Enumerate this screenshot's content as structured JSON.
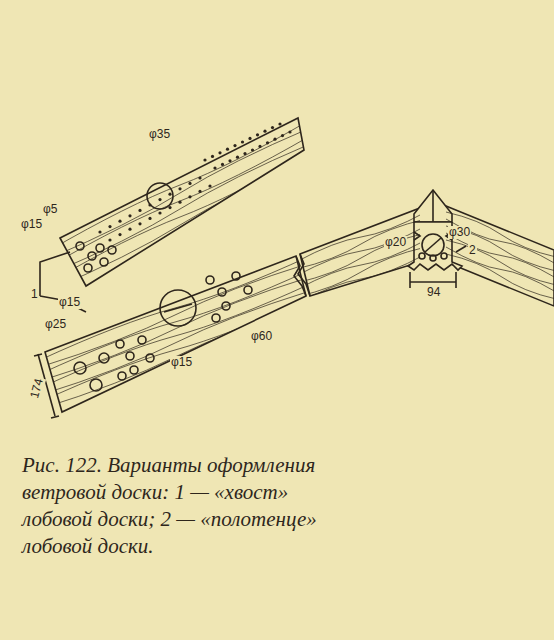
{
  "diagram": {
    "caption": "Рис. 122. Варианты оформления ветровой доски: 1 — «хвост» лобовой доски; 2 — «полотенце» лобовой доски.",
    "labels": [
      "φ35",
      "φ5",
      "φ15",
      "1",
      "φ15",
      "φ25",
      "φ60",
      "φ15",
      "174",
      "φ30",
      "φ20",
      "2",
      "94"
    ]
  }
}
